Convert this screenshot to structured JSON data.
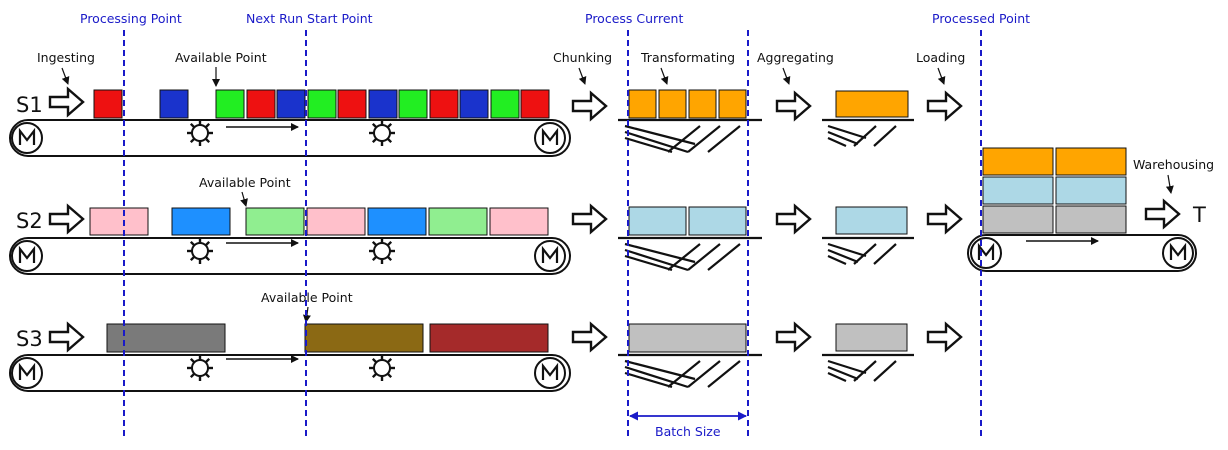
{
  "markers": {
    "processing_point": "Processing Point",
    "next_run_start_point": "Next Run Start Point",
    "process_current": "Process Current",
    "processed_point": "Processed Point",
    "batch_size": "Batch Size"
  },
  "stages": {
    "ingesting": "Ingesting",
    "chunking": "Chunking",
    "transformating": "Transformating",
    "aggregating": "Aggregating",
    "loading": "Loading",
    "warehousing": "Warehousing"
  },
  "annotations": {
    "available_point": "Available Point"
  },
  "streams": [
    {
      "label": "S1"
    },
    {
      "label": "S2"
    },
    {
      "label": "S3"
    }
  ],
  "target_label": "T",
  "motor_glyph": "M",
  "colors": {
    "red": "#ee1111",
    "blue": "#1a33cc",
    "green": "#22ee22",
    "pink": "#ffc0cb",
    "sky": "#1e90ff",
    "mint": "#90ee90",
    "dark_gray": "#7a7a7a",
    "olive": "#8b6914",
    "maroon": "#a52a2a",
    "orange": "#ffa500",
    "light_blue": "#add8e6",
    "light_gray": "#c0c0c0",
    "marker_blue": "#1a1ac8"
  },
  "s1_blocks": [
    "red",
    "blue",
    "green",
    "red",
    "blue",
    "green",
    "red",
    "blue",
    "green",
    "red",
    "blue",
    "green",
    "red"
  ],
  "s2_blocks": [
    "pink",
    "sky",
    "mint",
    "pink",
    "sky",
    "mint",
    "pink"
  ],
  "s3_blocks": [
    "dark_gray",
    "olive",
    "maroon"
  ]
}
